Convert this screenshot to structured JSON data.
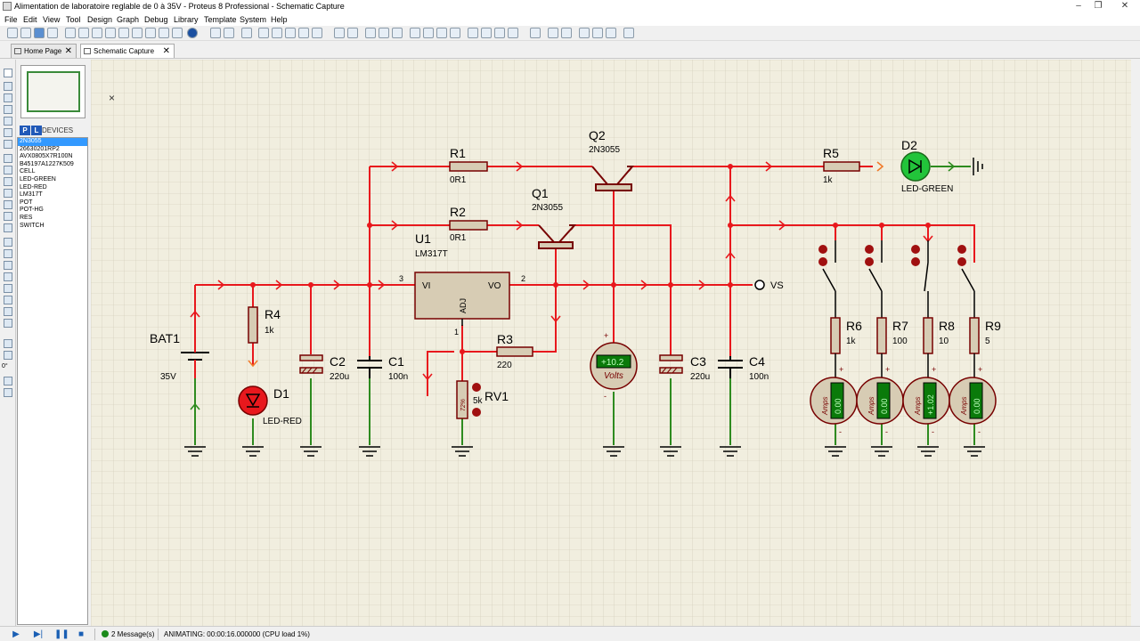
{
  "window": {
    "title": "Alimentation de laboratoire reglable de 0 à 35V - Proteus 8 Professional - Schematic Capture",
    "minimize": "–",
    "maximize": "❐",
    "close": "✕"
  },
  "menu": [
    "File",
    "Edit",
    "View",
    "Tool",
    "Design",
    "Graph",
    "Debug",
    "Library",
    "Template",
    "System",
    "Help"
  ],
  "tabs": [
    {
      "label": "Home Page",
      "close": "✕"
    },
    {
      "label": "Schematic Capture",
      "close": "✕"
    }
  ],
  "devices": {
    "p": "P",
    "l": "L",
    "header": "DEVICES",
    "items": [
      "2N3055",
      "26630201RP2",
      "AVX0805X7R100N",
      "B45197A1227K509",
      "CELL",
      "LED-GREEN",
      "LED-RED",
      "LM317T",
      "POT",
      "POT-HG",
      "RES",
      "SWITCH"
    ]
  },
  "angle": "0°",
  "status": {
    "messages": "2 Message(s)",
    "animating": "ANIMATING: 00:00:16.000000 (CPU load 1%)"
  },
  "colors": {
    "wire": "#e8181d",
    "ground": "#2e8b1f",
    "grid": "#c8c8b8",
    "canvas_bg": "#f4f1e3",
    "part_fill": "#d7ccb4",
    "part_stroke": "#7a0000"
  },
  "schematic": {
    "marker": "×",
    "labels": {
      "r1": "R1",
      "r1v": "0R1",
      "r2": "R2",
      "r2v": "0R1",
      "q2": "Q2",
      "q2t": "2N3055",
      "q1": "Q1",
      "q1t": "2N3055",
      "u1": "U1",
      "u1t": "LM317T",
      "vi": "VI",
      "vo": "VO",
      "adj": "ADJ",
      "pin3": "3",
      "pin2": "2",
      "pin1": "1",
      "r5": "R5",
      "r5v": "1k",
      "d2": "D2",
      "d2t": "LED-GREEN",
      "vs": "VS",
      "bat1": "BAT1",
      "bat1v": "35V",
      "r4": "R4",
      "r4v": "1k",
      "d1": "D1",
      "d1t": "LED-RED",
      "c2": "C2",
      "c2v": "220u",
      "c1": "C1",
      "c1v": "100n",
      "r3": "R3",
      "r3v": "220",
      "rv1": "RV1",
      "rv1v": "5k",
      "rv1p": "72%",
      "c3": "C3",
      "c3v": "220u",
      "c4": "C4",
      "c4v": "100n",
      "r6": "R6",
      "r6v": "1k",
      "r7": "R7",
      "r7v": "100",
      "r8": "R8",
      "r8v": "10",
      "r9": "R9",
      "r9v": "5",
      "volts_reading": "+10.2",
      "volts_unit": "Volts",
      "amp6": "0.00",
      "amp7": "0.00",
      "amp8": "+1.02",
      "amp9": "0.00",
      "amps_unit": "Amps",
      "plus": "+",
      "minus": "-"
    }
  }
}
